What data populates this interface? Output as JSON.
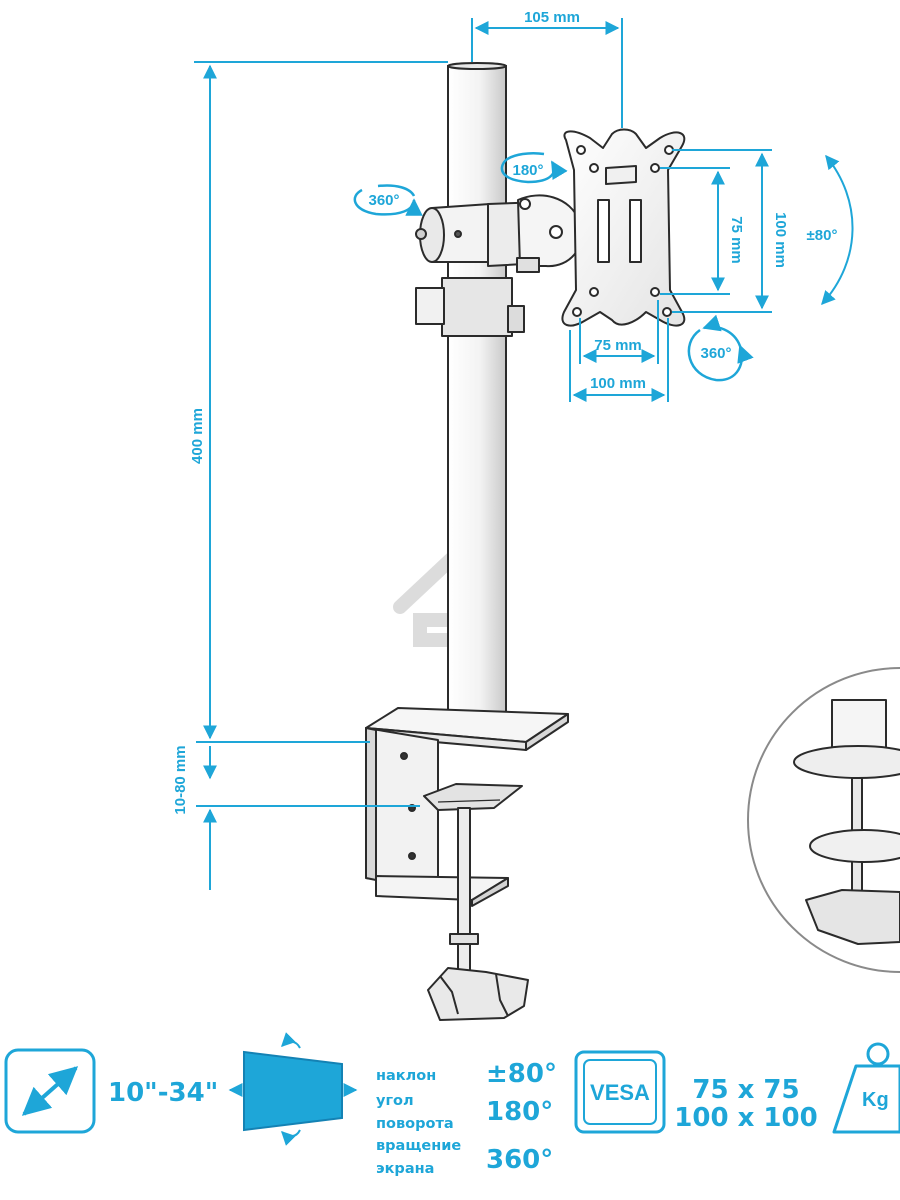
{
  "colors": {
    "accent": "#1ea6d8",
    "accent_dark": "#1482b4",
    "line": "#2b2b2b",
    "metal_light": "#f4f4f4",
    "metal_mid": "#d6d6d6",
    "metal_dark": "#9a9a9a",
    "watermark": "#d9d9d9"
  },
  "dimensions": {
    "arm_offset": "105 mm",
    "pole_height": "400 mm",
    "desk_thickness": "10-80 mm",
    "vesa_small_w": "75 mm",
    "vesa_large_w": "100 mm",
    "vesa_small_h": "75 mm",
    "vesa_large_h": "100 mm"
  },
  "rotations": {
    "pole_swivel": "360°",
    "arm_swivel": "180°",
    "tilt": "±80°",
    "plate_rotation": "360°"
  },
  "specs": {
    "screen_size": "10\"-34\"",
    "motion_labels": [
      "наклон",
      "угол",
      "поворота",
      "вращение",
      "экрана"
    ],
    "tilt_value": "±80°",
    "swivel_value": "180°",
    "rotation_value": "360°",
    "vesa_badge": "VESA",
    "vesa_small": "75 x 75",
    "vesa_large": "100 x 100",
    "weight_unit": "Kg"
  }
}
